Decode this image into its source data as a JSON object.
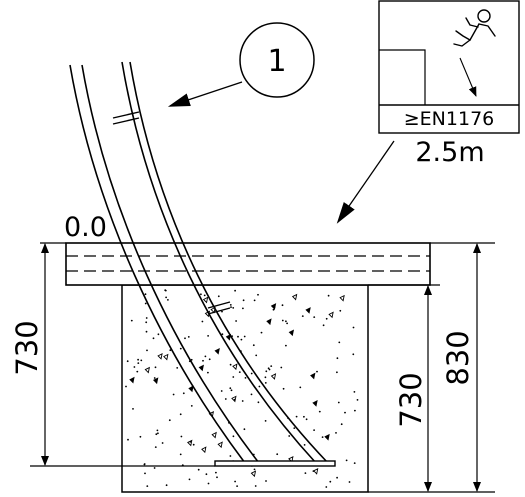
{
  "callout": {
    "number": "1"
  },
  "fall_box": {
    "standard": "≥EN1176",
    "height_label": "2.5m"
  },
  "levels": {
    "ground": "0.0"
  },
  "dimensions": {
    "left_depth": "730",
    "right_depth": "730",
    "right_total": "830"
  },
  "icons": {
    "fall_figure": "falling-person-icon",
    "callout": "callout-circle-icon"
  },
  "colors": {
    "line": "#000000",
    "background": "#ffffff"
  }
}
